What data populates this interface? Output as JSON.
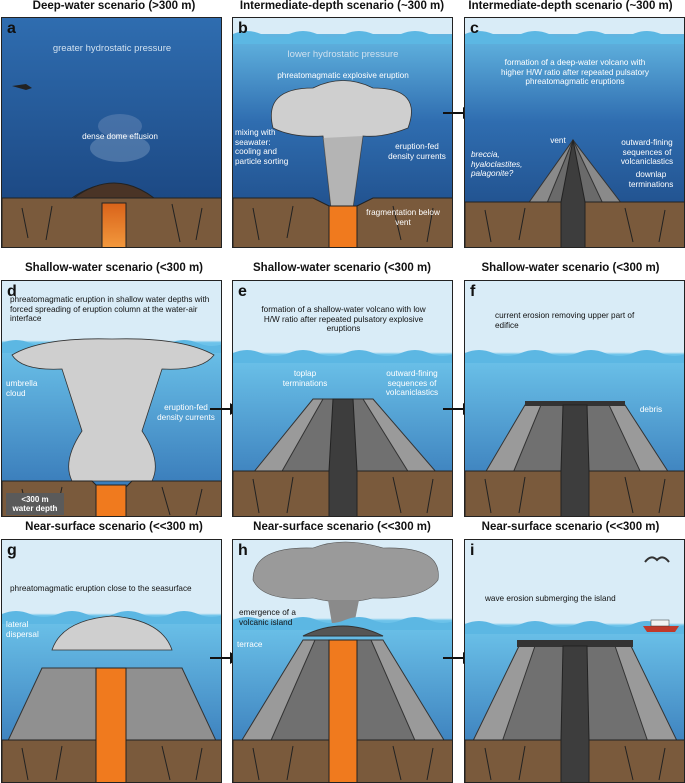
{
  "titles": {
    "a": "Deep-water scenario (>300 m)",
    "b": "Intermediate-depth scenario (~300 m)",
    "c": "Intermediate-depth scenario (~300 m)",
    "d": "Shallow-water scenario (<300 m)",
    "e": "Shallow-water scenario (<300 m)",
    "f": "Shallow-water scenario (<300 m)",
    "g": "Near-surface scenario (<<300 m)",
    "h": "Near-surface scenario (<<300 m)",
    "i": "Near-surface scenario (<<300 m)"
  },
  "letters": {
    "a": "a",
    "b": "b",
    "c": "c",
    "d": "d",
    "e": "e",
    "f": "f",
    "g": "g",
    "h": "h",
    "i": "i"
  },
  "labels": {
    "a_pressure": "greater hydrostatic pressure",
    "a_dome": "dense dome effusion",
    "b_pressure": "lower hydrostatic pressure",
    "b_eruption": "phreatomagmatic explosive eruption",
    "b_mixing": "mixing with seawater: cooling and particle sorting",
    "b_currents": "eruption-fed density currents",
    "b_frag": "fragmentation below vent",
    "c_formation": "formation of a deep-water volcano with higher H/W ratio after repeated pulsatory phreatomagmatic eruptions",
    "c_vent": "vent",
    "c_breccia": "breccia, hyaloclastites, palagonite?",
    "c_fining": "outward-fining sequences of volcaniclastics",
    "c_downlap": "downlap terminations",
    "d_eruption": "phreatomagmatic eruption in shallow water depths with forced spreading of eruption column at the water-air interface",
    "d_umbrella": "umbrella cloud",
    "d_currents": "eruption-fed density currents",
    "d_depth": "<300 m water depth",
    "e_formation": "formation of a shallow-water volcano with low H/W ratio after repeated pulsatory explosive eruptions",
    "e_toplap": "toplap terminations",
    "e_fining": "outward-fining sequences of volcaniclastics",
    "f_erosion": "current erosion removing upper part of edifice",
    "f_debris": "debris",
    "g_eruption": "phreatomagmatic eruption close to the seasurface",
    "g_lateral": "lateral dispersal",
    "h_emergence": "emergence of a volcanic island",
    "h_terrace": "terrace",
    "i_wave": "wave erosion submerging the island"
  },
  "colors": {
    "water_top": "#5cb7e3",
    "water_deep": "#1f4e8c",
    "sky": "#d9ecf7",
    "rock": "#7a5a3c",
    "magma": "#f07a1e",
    "volcano_light": "#a0a0a0",
    "volcano_dark": "#4b4b4b",
    "plume": "#c8c8c8"
  }
}
